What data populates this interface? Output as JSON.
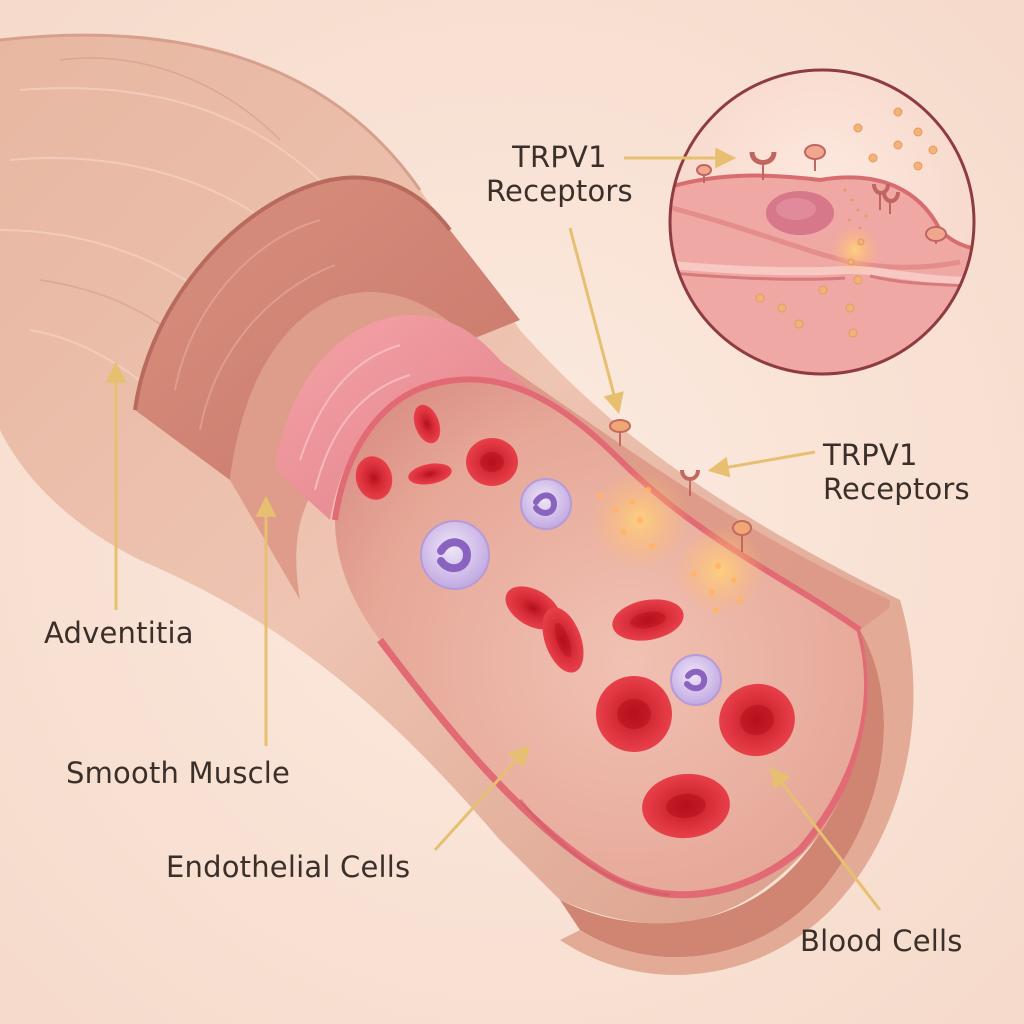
{
  "labels": {
    "adventitia": "Adventitia",
    "smooth_muscle": "Smooth Muscle",
    "endothelial_cells": "Endothelial Cells",
    "blood_cells": "Blood Cells",
    "trpv1_top": {
      "line1": "TRPV1",
      "line2": "Receptors"
    },
    "trpv1_right": {
      "line1": "TRPV1",
      "line2": "Receptors"
    }
  },
  "colors": {
    "background": "#f8e3d5",
    "adventitia": "#e9b9a6",
    "smooth_muscle": "#d98e80",
    "endothelium": "#f2a0a4",
    "lumen": "#eab0a4",
    "red_blood_cell": "#d92b35",
    "white_blood_cell": "#cbb6e6",
    "leader_line": "#e9c87a",
    "text": "#3b2f2a"
  }
}
